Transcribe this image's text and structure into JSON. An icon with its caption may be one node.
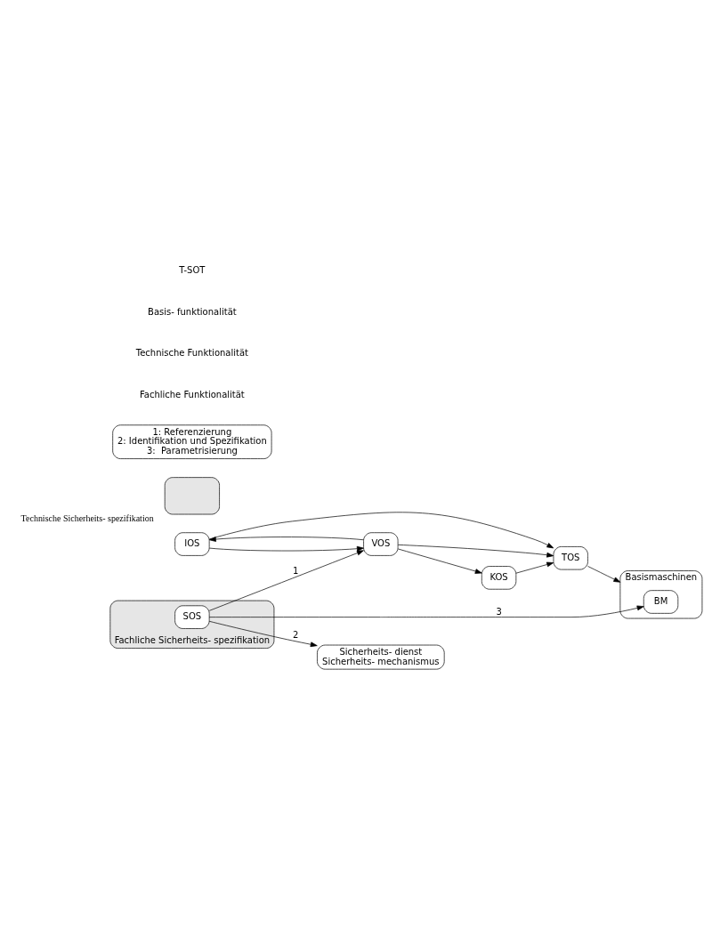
{
  "diagram": {
    "nodes": [
      {
        "text": [
          "IOS"
        ]
      },
      {
        "text": [
          "VOS"
        ]
      },
      {
        "text": [
          "KOS"
        ]
      },
      {
        "text": [
          "TOS"
        ]
      },
      {
        "text": [
          "Basismaschinen"
        ]
      },
      {
        "text": [],
        "shape": "box",
        "beside": [
          "Fachliche Sicherheits- spezifikation"
        ]
      },
      {
        "text": [
          "SOS"
        ],
        "in": 5
      },
      {
        "text": [],
        "shape": "box",
        "beside": [
          "Technische Sicherheits- spezifikation"
        ]
      },
      {
        "text": [
          "Sicherheits- dienst",
          "Sicherheits- mechanismus"
        ]
      },
      {
        "text": [
          "BM"
        ],
        "in": 4
      },
      {
        "text": [
          "1: Referenzierung",
          "2: Identifikation und Spezifikation",
          "3:  Parametrisierung"
        ]
      }
    ],
    "edges": [
      {
        "from": 0,
        "to": 3,
        "arrow": "to"
      },
      {
        "from": 0,
        "to": 1,
        "arrow": "to"
      },
      {
        "from": 1,
        "to": 0,
        "arrow": "to"
      },
      {
        "from": 1,
        "to": 3,
        "arrow": "to"
      },
      {
        "from": 1,
        "to": 2,
        "arrow": "to"
      },
      {
        "from": 2,
        "to": 3,
        "arrow": "to"
      },
      {
        "from": 3,
        "to": 4,
        "arrow": "to"
      },
      {
        "from": 6,
        "to": 1,
        "arrow": "to",
        "label": "1"
      },
      {
        "from": 6,
        "to": 8,
        "arrow": "to",
        "label": "2"
      },
      {
        "from": 6,
        "to": 9,
        "arrow": "to",
        "label": "3"
      }
    ],
    "labels": [
      "Fachliche Funktionalität",
      "Technische Funktionalität",
      "Basis- funktionalität",
      "T-SOT"
    ]
  }
}
